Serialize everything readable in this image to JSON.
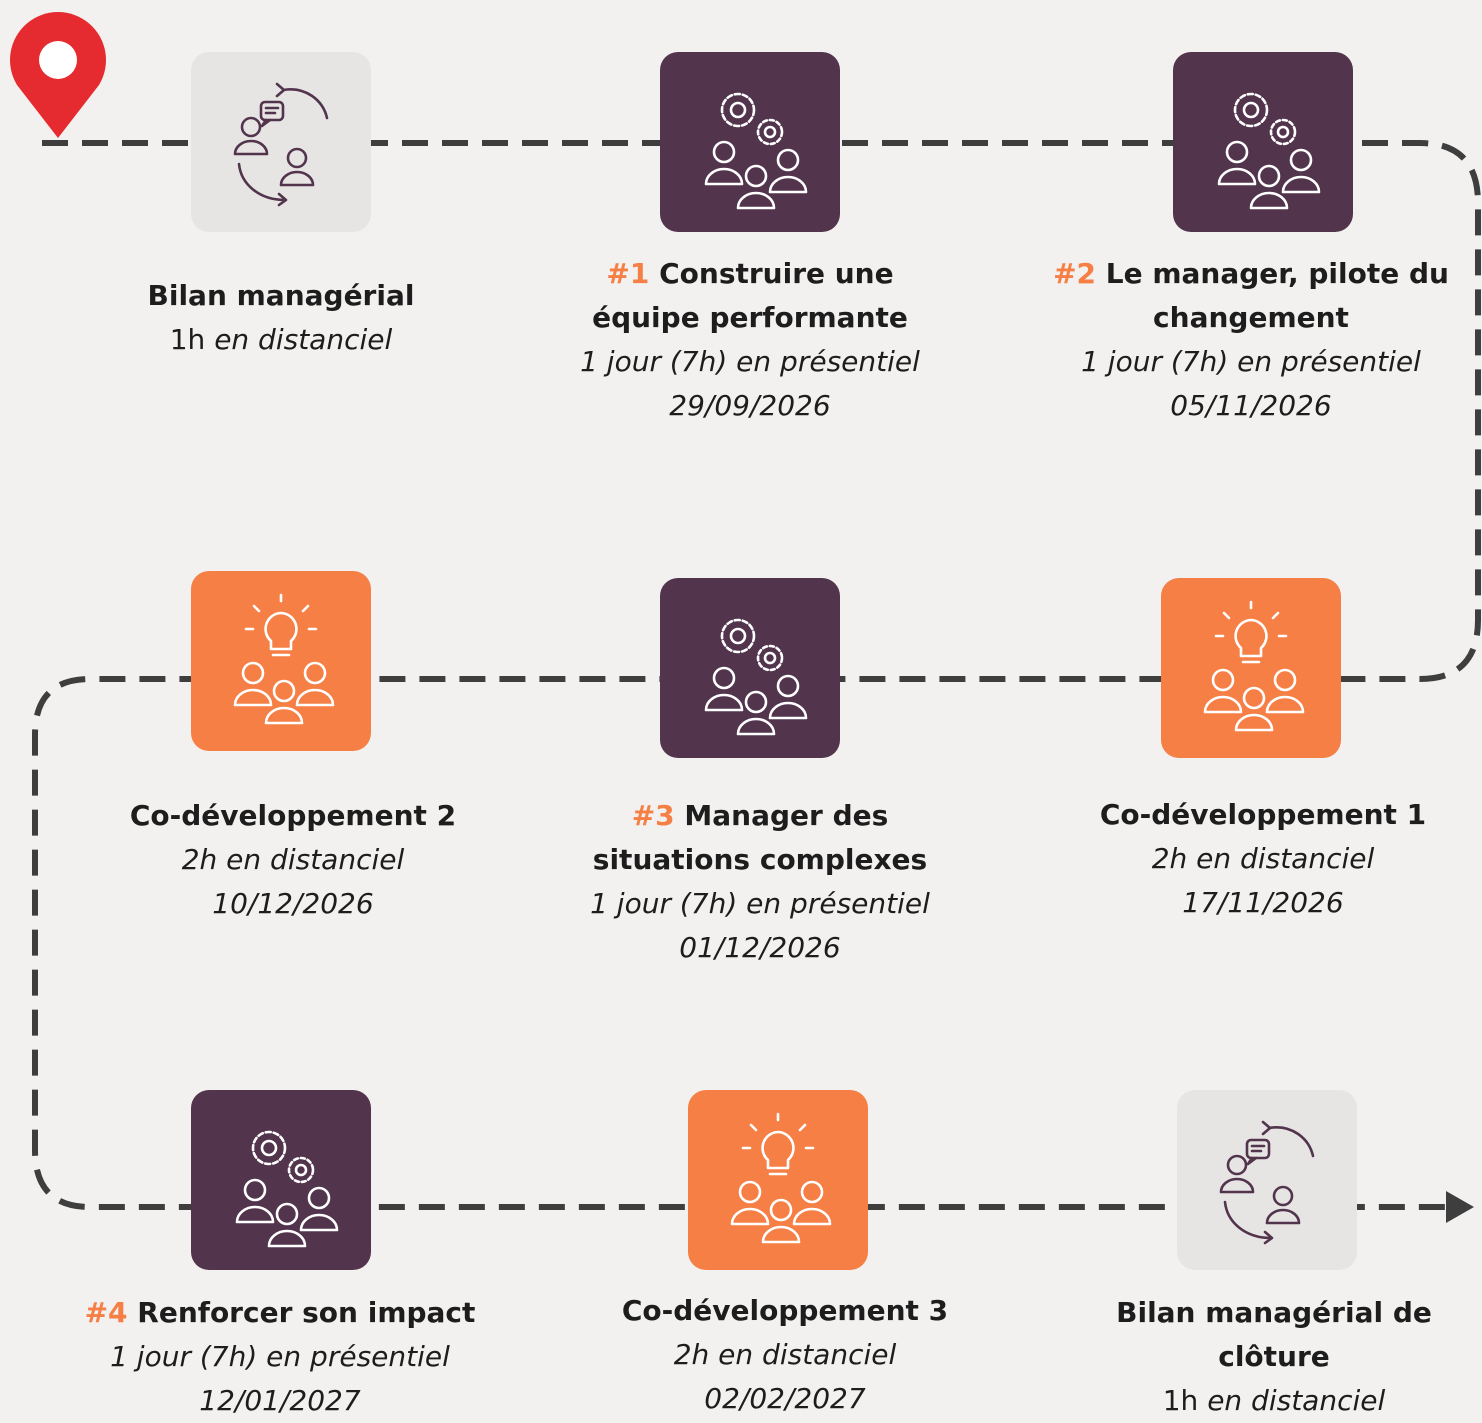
{
  "colors": {
    "path": "#3e3e3e",
    "accent": "#f57f45",
    "purple": "#52344d",
    "grey_box": "#e6e5e4",
    "pin": "#e52b2f",
    "background": "#f2f1ef"
  },
  "steps": [
    {
      "id": "bilan",
      "icon": "conversation-cycle-icon",
      "title": "Bilan managérial",
      "sub_plain": "1h",
      "sub_italic": "en distanciel"
    },
    {
      "id": "m1",
      "icon": "team-gears-icon",
      "number": "#1",
      "title": "Construire une équipe performante",
      "duration": "1 jour (7h) en présentiel",
      "date": "29/09/2026"
    },
    {
      "id": "m2",
      "icon": "team-gears-icon",
      "number": "#2",
      "title": "Le manager, pilote du changement",
      "duration": "1 jour (7h) en présentiel",
      "date": "05/11/2026"
    },
    {
      "id": "codev1",
      "icon": "team-idea-icon",
      "title": "Co-développement 1",
      "duration": "2h en distanciel",
      "date": "17/11/2026"
    },
    {
      "id": "m3",
      "icon": "team-gears-icon",
      "number": "#3",
      "title": "Manager des situations complexes",
      "duration": "1 jour (7h) en présentiel",
      "date": "01/12/2026"
    },
    {
      "id": "codev2",
      "icon": "team-idea-icon",
      "title": "Co-développement 2",
      "duration": "2h en distanciel",
      "date": "10/12/2026"
    },
    {
      "id": "m4",
      "icon": "team-gears-icon",
      "number": "#4",
      "title": "Renforcer son impact",
      "duration": "1 jour (7h) en présentiel",
      "date": "12/01/2027"
    },
    {
      "id": "codev3",
      "icon": "team-idea-icon",
      "title": "Co-développement 3",
      "duration": "2h en distanciel",
      "date": "02/02/2027"
    },
    {
      "id": "bilan-cloture",
      "icon": "conversation-cycle-icon",
      "title": "Bilan managérial de clôture",
      "sub_plain": "1h",
      "sub_italic": "en distanciel"
    }
  ]
}
